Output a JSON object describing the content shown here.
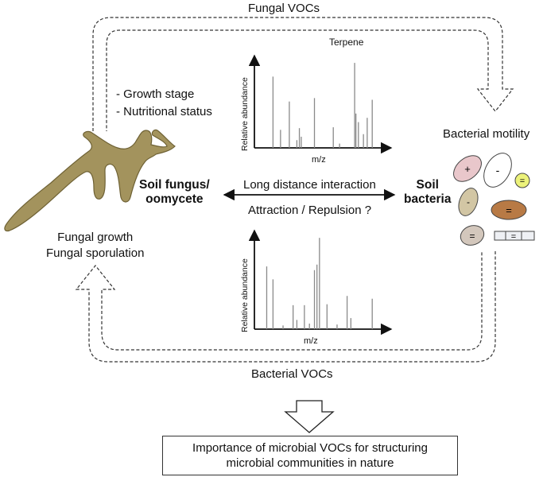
{
  "top_loop_label": "Fungal VOCs",
  "bottom_loop_label": "Bacterial VOCs",
  "fungus_factors": [
    "- Growth stage",
    "- Nutritional status"
  ],
  "fungus_label": [
    "Soil fungus/",
    "oomycete"
  ],
  "fungus_effects": [
    "Fungal growth",
    "Fungal sporulation"
  ],
  "bacteria_label": [
    "Soil",
    "bacteria"
  ],
  "bacteria_effect": "Bacterial motility",
  "interaction": {
    "line1": "Long distance interaction",
    "line2": "Attraction / Repulsion ?"
  },
  "conclusion": [
    "Importance of microbial VOCs for structuring",
    "microbial communities in nature"
  ],
  "spectra": {
    "ylabel": "Relative abundance",
    "xlabel": "m/z",
    "top_peak_label": "Terpene",
    "top_peaks": [
      {
        "mz": 0.11,
        "h": 0.83
      },
      {
        "mz": 0.17,
        "h": 0.21
      },
      {
        "mz": 0.24,
        "h": 0.54
      },
      {
        "mz": 0.3,
        "h": 0.09
      },
      {
        "mz": 0.32,
        "h": 0.23
      },
      {
        "mz": 0.335,
        "h": 0.13
      },
      {
        "mz": 0.44,
        "h": 0.58
      },
      {
        "mz": 0.59,
        "h": 0.24
      },
      {
        "mz": 0.64,
        "h": 0.05
      },
      {
        "mz": 0.76,
        "h": 0.99
      },
      {
        "mz": 0.77,
        "h": 0.4
      },
      {
        "mz": 0.79,
        "h": 0.3
      },
      {
        "mz": 0.83,
        "h": 0.16
      },
      {
        "mz": 0.86,
        "h": 0.35
      },
      {
        "mz": 0.9,
        "h": 0.56
      }
    ],
    "bottom_peaks": [
      {
        "mz": 0.06,
        "h": 0.68
      },
      {
        "mz": 0.11,
        "h": 0.54
      },
      {
        "mz": 0.19,
        "h": 0.04
      },
      {
        "mz": 0.27,
        "h": 0.26
      },
      {
        "mz": 0.3,
        "h": 0.1
      },
      {
        "mz": 0.36,
        "h": 0.26
      },
      {
        "mz": 0.4,
        "h": 0.06
      },
      {
        "mz": 0.44,
        "h": 0.64
      },
      {
        "mz": 0.46,
        "h": 0.7
      },
      {
        "mz": 0.48,
        "h": 0.99
      },
      {
        "mz": 0.54,
        "h": 0.27
      },
      {
        "mz": 0.62,
        "h": 0.05
      },
      {
        "mz": 0.7,
        "h": 0.36
      },
      {
        "mz": 0.73,
        "h": 0.12
      },
      {
        "mz": 0.9,
        "h": 0.33
      }
    ]
  },
  "bacteria_cells": [
    {
      "sign": "+",
      "fill": "#e9c7cb"
    },
    {
      "sign": "-",
      "fill": "#ffffff"
    },
    {
      "sign": "=",
      "fill": "#ecf27a"
    },
    {
      "sign": "-",
      "fill": "#d2c6a4"
    },
    {
      "sign": "=",
      "fill": "#b87a45"
    },
    {
      "sign": "=",
      "fill": "#d3c7bc"
    },
    {
      "sign": "=",
      "fill": "#eef0f4"
    }
  ],
  "colors": {
    "fungus": "#a3935d",
    "fungus_edge": "#6e6134",
    "line": "#222222"
  }
}
